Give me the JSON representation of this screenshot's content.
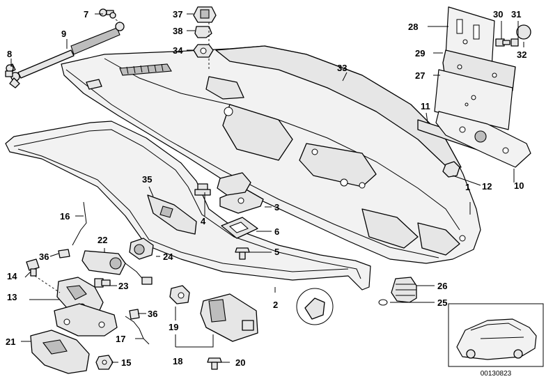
{
  "diagram": {
    "callouts": [
      "1",
      "2",
      "3",
      "4",
      "5",
      "6",
      "7",
      "8",
      "9",
      "10",
      "11",
      "12",
      "13",
      "14",
      "15",
      "16",
      "17",
      "18",
      "19",
      "20",
      "21",
      "22",
      "23",
      "24",
      "25",
      "26",
      "27",
      "28",
      "29",
      "30",
      "31",
      "32",
      "33",
      "34",
      "35",
      "36",
      "37",
      "38"
    ],
    "catalog_number": "00130823"
  }
}
